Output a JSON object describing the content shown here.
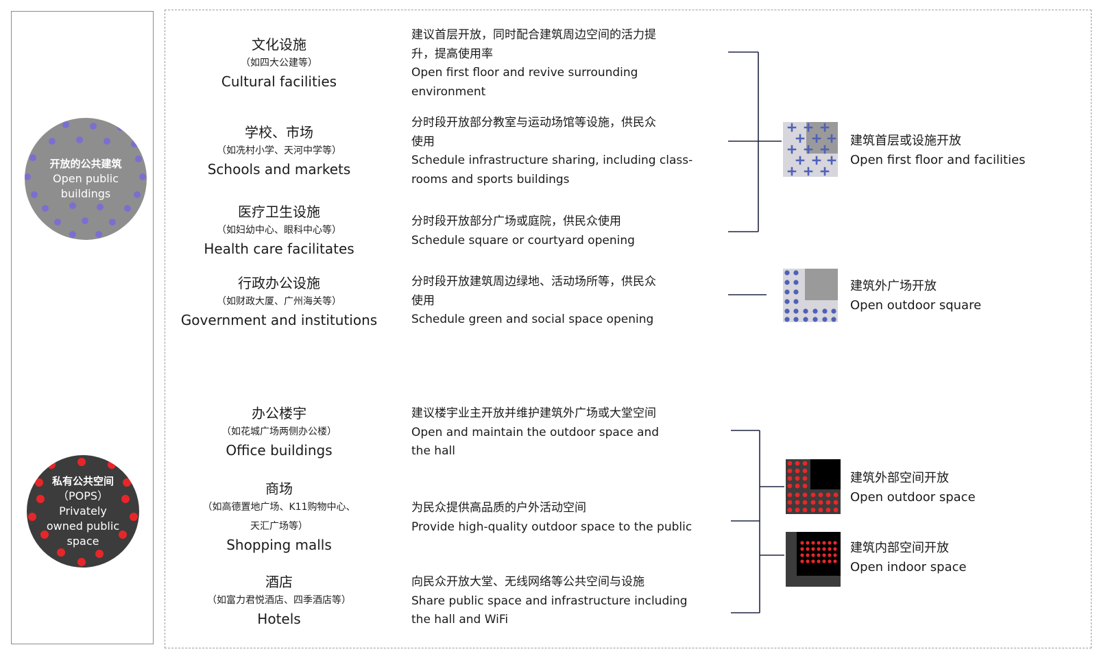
{
  "groups": {
    "public": {
      "title_zh": "开放的公共建筑",
      "title_en_1": "Open public",
      "title_en_2": "buildings",
      "color": "#8e8e8e",
      "dot_color": "#7a6fd0"
    },
    "pops": {
      "title_zh": "私有公共空间",
      "title_abbr": "（POPS）",
      "title_en_1": "Privately",
      "title_en_2": "owned public",
      "title_en_3": "space",
      "color": "#3c3c3c",
      "dot_color": "#e8262a"
    }
  },
  "categories": [
    {
      "zh": "文化设施",
      "examples": "（如四大公建等）",
      "en": "Cultural facilities",
      "desc": [
        "建议首层开放，同时配合建筑周边空间的活力提",
        "升，提高使用率",
        "Open first floor and revive surrounding",
        "environment"
      ]
    },
    {
      "zh": "学校、市场",
      "examples": "（如冼村小学、天河中学等）",
      "en": "Schools and markets",
      "desc": [
        "分时段开放部分教室与运动场馆等设施，供民众",
        "使用",
        "Schedule infrastructure sharing, including class-",
        "rooms and sports buildings"
      ]
    },
    {
      "zh": "医疗卫生设施",
      "examples": "（如妇幼中心、眼科中心等）",
      "en": "Health care facilitates",
      "desc": [
        "分时段开放部分广场或庭院，供民众使用",
        "Schedule square or courtyard opening"
      ]
    },
    {
      "zh": "行政办公设施",
      "examples": "（如财政大厦、广州海关等）",
      "en": "Government and institutions",
      "desc": [
        "分时段开放建筑周边绿地、活动场所等，供民众",
        "使用",
        "Schedule green and social space opening"
      ]
    },
    {
      "zh": "办公楼宇",
      "examples": "（如花城广场两侧办公楼）",
      "en": "Office buildings",
      "desc": [
        "建议楼宇业主开放并维护建筑外广场或大堂空间",
        "Open and maintain the outdoor space and",
        "the hall"
      ]
    },
    {
      "zh": "商场",
      "examples": "（如高德置地广场、K11购物中心、",
      "examples2": "天汇广场等）",
      "en": "Shopping malls",
      "desc": [
        "为民众提供高品质的户外活动空间",
        "Provide high-quality outdoor space to the public"
      ]
    },
    {
      "zh": "酒店",
      "examples": "（如富力君悦酒店、四季酒店等）",
      "en": "Hotels",
      "desc": [
        "向民众开放大堂、无线网络等公共空间与设施",
        "Share public space and infrastructure including",
        "the hall and WiFi"
      ]
    }
  ],
  "legend": [
    {
      "zh": "建筑首层或设施开放",
      "en": "Open first floor and facilities",
      "icon": "plus-pattern-icon"
    },
    {
      "zh": "建筑外广场开放",
      "en": "Open outdoor square",
      "icon": "dot-pattern-icon"
    },
    {
      "zh": "建筑外部空间开放",
      "en": "Open outdoor space",
      "icon": "red-dot-outdoor-icon"
    },
    {
      "zh": "建筑内部空间开放",
      "en": "Open indoor space",
      "icon": "red-dot-indoor-icon"
    }
  ],
  "colors": {
    "line": "#1f2340",
    "blue_pattern": "#5060b8",
    "pattern_bg": "#d6d6dc",
    "gray_block": "#9a9a9a",
    "red": "#e8262a",
    "dark": "#3c3c3c"
  }
}
